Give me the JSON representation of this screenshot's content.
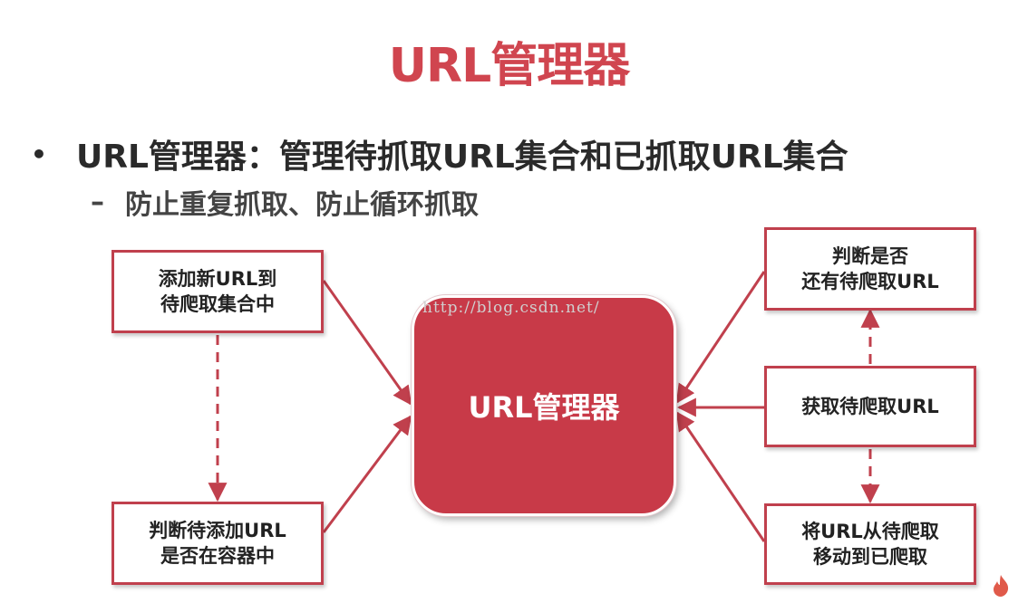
{
  "slide": {
    "title": "URL管理器",
    "bullet": {
      "marker": "•",
      "text": "URL管理器：管理待抓取URL集合和已抓取URL集合"
    },
    "sub_bullet": {
      "marker": "–",
      "text": "防止重复抓取、防止循环抓取"
    }
  },
  "diagram": {
    "center_label": "URL管理器",
    "boxes": {
      "add_new": [
        "添加新URL到",
        "待爬取集合中"
      ],
      "check_exists": [
        "判断待添加URL",
        "是否在容器中"
      ],
      "check_pending": [
        "判断是否",
        "还有待爬取URL"
      ],
      "get_pending": [
        "获取待爬取URL"
      ],
      "move_crawled": [
        "将URL从待爬取",
        "移动到已爬取"
      ]
    }
  },
  "watermark": "http://blog.csdn.net/",
  "colors": {
    "accent": "#d0454f",
    "center_fill": "#c83a48",
    "box_border": "#c0404d",
    "arrow": "#c0404d",
    "text": "#333333"
  },
  "corner_logo_icon": "flame-icon"
}
